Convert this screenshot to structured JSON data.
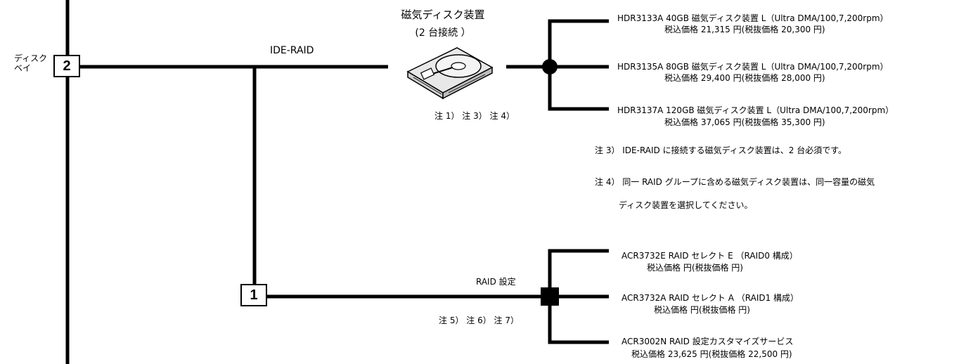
{
  "bay": {
    "label_line1": "ディスク",
    "label_line2": "ベイ",
    "number": "2"
  },
  "ide": {
    "label": "IDE-RAID"
  },
  "disk": {
    "title": "磁気ディスク装置",
    "subtitle": "(2 台接続 ）",
    "notes": "注 1） 注 3） 注 4）"
  },
  "hdd_options": [
    {
      "line1": "HDR3133A  40GB 磁気ディスク装置 L（Ultra DMA/100,7,200rpm）",
      "line2": "税込価格 21,315 円(税抜価格 20,300 円)"
    },
    {
      "line1": "HDR3135A  80GB 磁気ディスク装置 L（Ultra DMA/100,7,200rpm）",
      "line2": "税込価格 29,400 円(税抜価格 28,000 円)"
    },
    {
      "line1": "HDR3137A  120GB 磁気ディスク装置 L（Ultra DMA/100,7,200rpm）",
      "line2": "税込価格 37,065 円(税抜価格 35,300 円)"
    }
  ],
  "notes": {
    "note3": "注 3） IDE-RAID に接続する磁気ディスク装置は、2 台必須です。",
    "note4_line1": "注 4） 同一 RAID グループに含める磁気ディスク装置は、同一容量の磁気",
    "note4_line2": "ディスク装置を選択してください。"
  },
  "raid": {
    "box_number": "1",
    "label": "RAID 設定",
    "notes": "注 5） 注 6） 注 7）"
  },
  "raid_options": [
    {
      "line1": "ACR3732E  RAID セレクト E （RAID0 構成）",
      "line2": "税込価格   円(税抜価格   円)"
    },
    {
      "line1": "ACR3732A  RAID セレクト A （RAID1 構成）",
      "line2": "税込価格   円(税抜価格   円)"
    },
    {
      "line1": "ACR3002N  RAID 設定カスタマイズサービス",
      "line2": "税込価格 23,625 円(税抜価格 22,500 円)"
    }
  ],
  "colors": {
    "line": "#000000",
    "background": "#ffffff",
    "disk_fill": "#e8e8e8"
  },
  "icons": {
    "disk": "hard-disk-drive-icon"
  }
}
